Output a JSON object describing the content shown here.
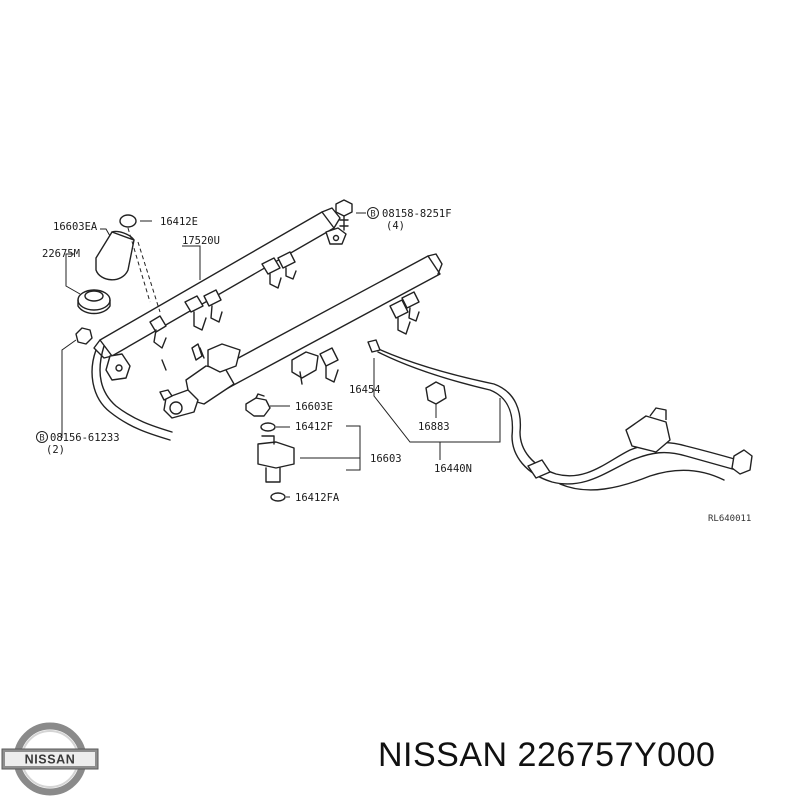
{
  "diagram": {
    "labels": {
      "l16603EA": "16603EA",
      "l16412E": "16412E",
      "l22675M": "22675M",
      "l17520U": "17520U",
      "l08158": "08158-8251F",
      "l08158q": "(4)",
      "l08156": "08156-61233",
      "l08156q": "(2)",
      "l16603E": "16603E",
      "l16412F": "16412F",
      "l16603": "16603",
      "l16412FA": "16412FA",
      "l16454": "16454",
      "l16883": "16883",
      "l16440N": "16440N",
      "bolt_mark_top": "B",
      "bolt_mark_left": "B"
    },
    "reference_code": "RL640011"
  },
  "brand": {
    "logo_text": "NISSAN",
    "caption": "NISSAN 226757Y000"
  }
}
